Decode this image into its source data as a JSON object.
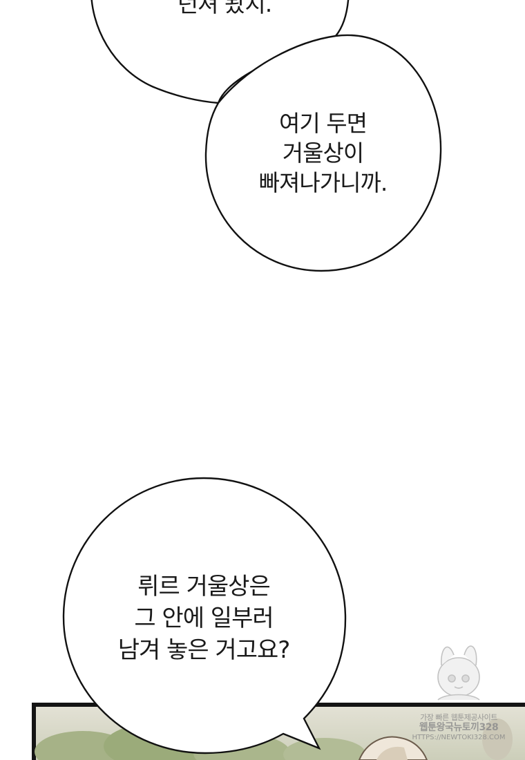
{
  "bubbles": {
    "top": {
      "lines": [
        "던져 놨지."
      ]
    },
    "middle": {
      "lines": [
        "여기 두면",
        "거울상이",
        "빠져나가니까."
      ]
    },
    "bottom": {
      "lines": [
        "뤼르 거울상은",
        "그 안에 일부러",
        "남겨 놓은 거고요?"
      ]
    }
  },
  "watermark": {
    "line1": "가장 빠른 웹툰제공사이트",
    "line2": "웹툰왕국뉴토끼328",
    "line3": "HTTPS://NEWTOKI328.COM"
  },
  "colors": {
    "background": "#ffffff",
    "outline": "#111111",
    "panel_border": "#141414",
    "foliage": "#9bab7a"
  }
}
